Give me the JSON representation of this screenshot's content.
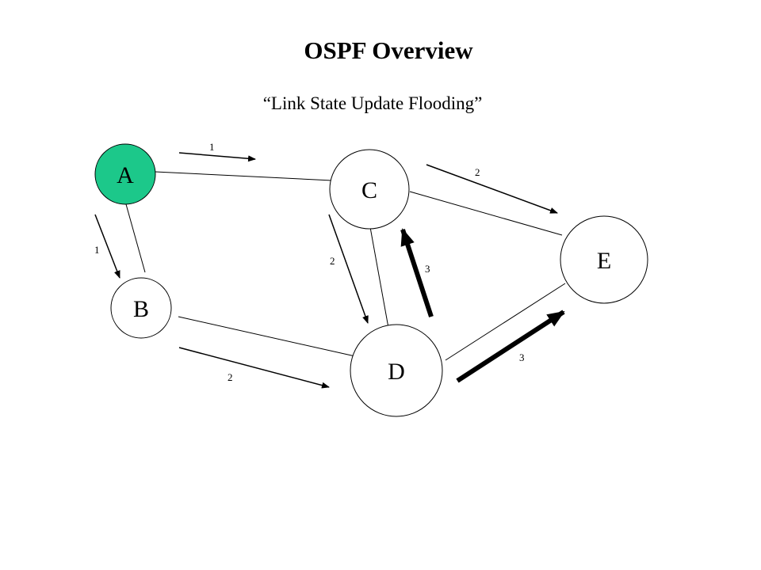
{
  "title": "OSPF Overview",
  "subtitle": "“Link State Update Flooding”",
  "nodes": {
    "a": "A",
    "b": "B",
    "c": "C",
    "d": "D",
    "e": "E"
  },
  "hops": {
    "a_to_c": "1",
    "a_to_b": "1",
    "c_to_e": "2",
    "c_to_d": "2",
    "b_to_d": "2",
    "d_to_c": "3",
    "d_to_e": "3"
  },
  "colors": {
    "origin_node_fill": "#1cc88a",
    "node_fill": "#ffffff",
    "stroke": "#000000"
  }
}
